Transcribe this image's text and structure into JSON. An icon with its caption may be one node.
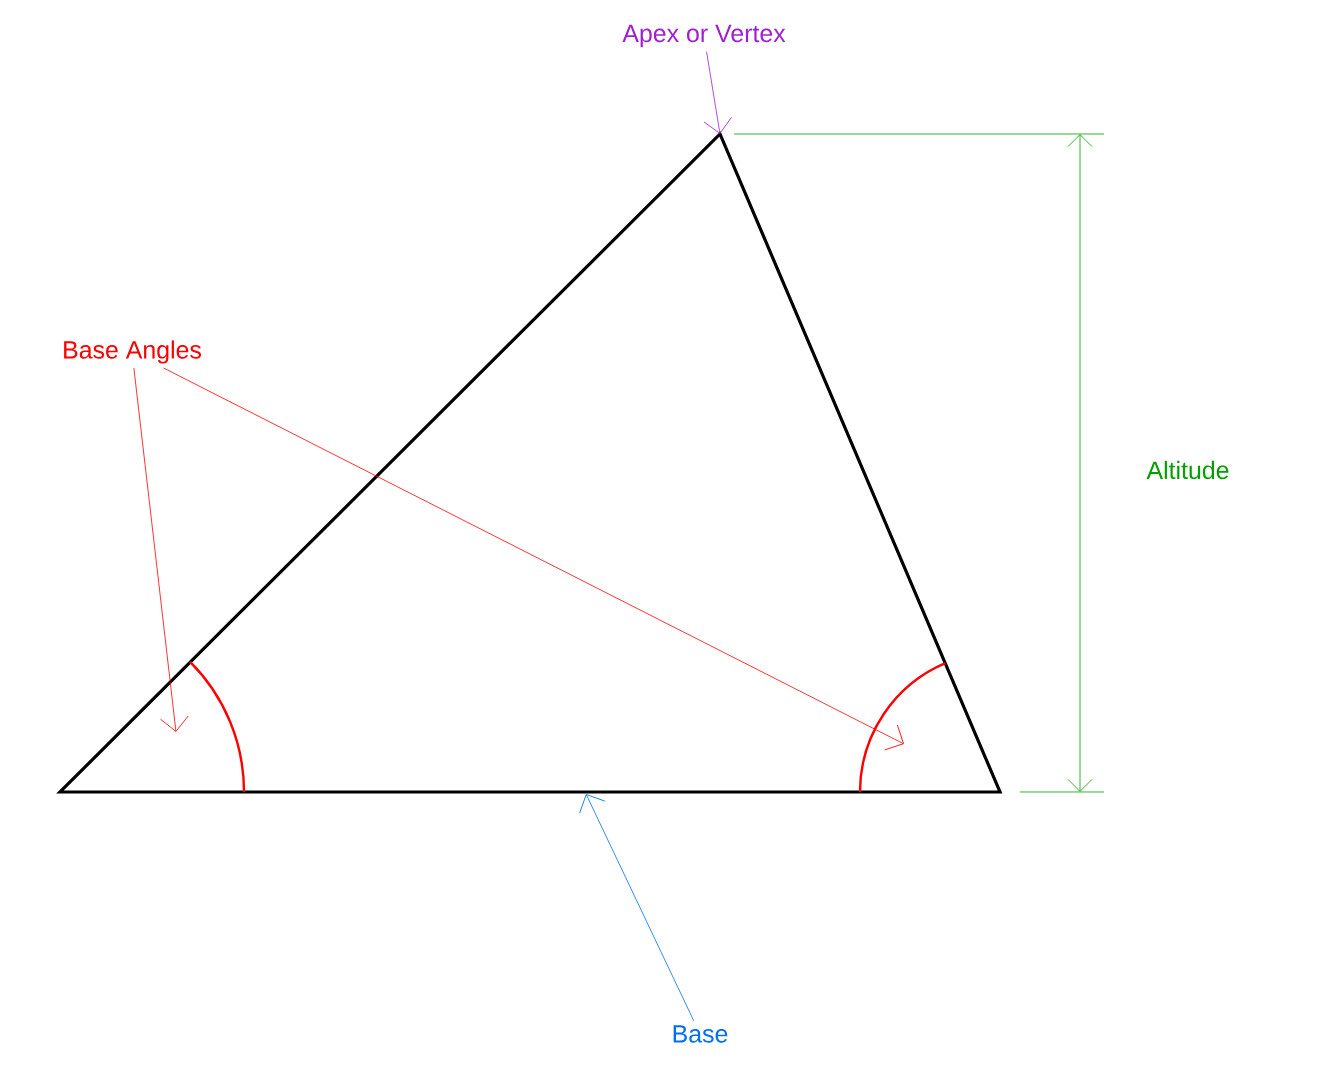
{
  "diagram": {
    "nodes": [
      {
        "text": [
          "Apex or Vertex"
        ]
      },
      {
        "text": [
          "Base Angles"
        ]
      },
      {
        "text": [
          "Base"
        ]
      },
      {
        "text": [],
        "shape": "arc"
      },
      {
        "text": [],
        "shape": "arc"
      }
    ],
    "edges": [
      {
        "from": 0,
        "to": null,
        "arrow": "to",
        "color": "#a020d0"
      },
      {
        "from": 1,
        "to": 3,
        "arrow": "to",
        "color": "#ff0000"
      },
      {
        "from": 1,
        "to": 4,
        "arrow": "to",
        "color": "#ff0000"
      },
      {
        "from": 2,
        "to": null,
        "arrow": "to",
        "color": "#0070f0"
      }
    ],
    "labels": [
      "Altitude"
    ]
  }
}
